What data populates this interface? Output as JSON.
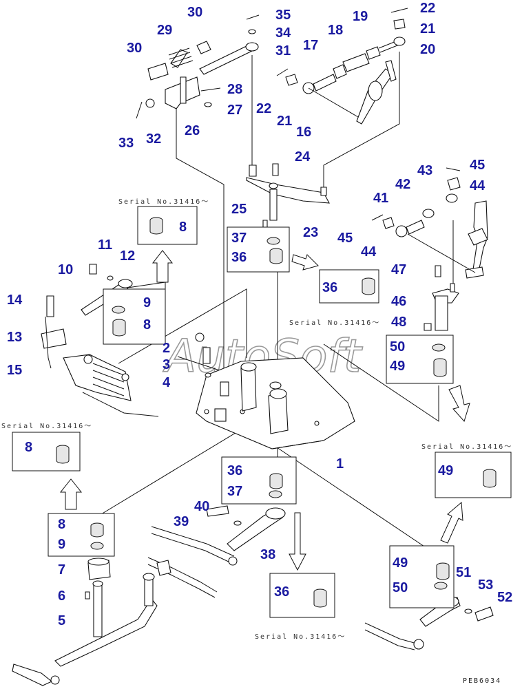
{
  "watermark": "AutoSoft",
  "drawing_code": "PEB6034",
  "serial_notes": [
    "Serial No.31416～",
    "Serial No.31416～",
    "Serial No.31416～",
    "Serial No.31416～",
    "Serial No.31416～"
  ],
  "part_numbers": {
    "n1": "1",
    "n2": "2",
    "n3": "3",
    "n4": "4",
    "n5": "5",
    "n6": "6",
    "n7": "7",
    "n8_box": "8",
    "n8_inset": "8",
    "n8_lower": "8",
    "n8_serial": "8",
    "n9_inset": "9",
    "n9_lower": "9",
    "n10": "10",
    "n11": "11",
    "n12": "12",
    "n13": "13",
    "n14": "14",
    "n15": "15",
    "n16": "16",
    "n17": "17",
    "n18": "18",
    "n19": "19",
    "n20": "20",
    "n21_top": "21",
    "n21_mid": "21",
    "n22_top": "22",
    "n22_mid": "22",
    "n23": "23",
    "n24": "24",
    "n25": "25",
    "n26": "26",
    "n27": "27",
    "n28": "28",
    "n29": "29",
    "n30_top": "30",
    "n30_left": "30",
    "n31": "31",
    "n32": "32",
    "n33": "33",
    "n34": "34",
    "n35": "35",
    "n36_top": "36",
    "n36_serial": "36",
    "n36_bottom": "36",
    "n36_bottom_serial": "36",
    "n37_top": "37",
    "n37_bottom": "37",
    "n38": "38",
    "n39": "39",
    "n40": "40",
    "n41": "41",
    "n42": "42",
    "n43": "43",
    "n44_right": "44",
    "n44_left": "44",
    "n45_right": "45",
    "n45_left": "45",
    "n46": "46",
    "n47": "47",
    "n48": "48",
    "n49_right": "49",
    "n49_serial": "49",
    "n49_bottom": "49",
    "n50_right": "50",
    "n50_bottom": "50",
    "n51": "51",
    "n52": "52",
    "n53": "53"
  }
}
